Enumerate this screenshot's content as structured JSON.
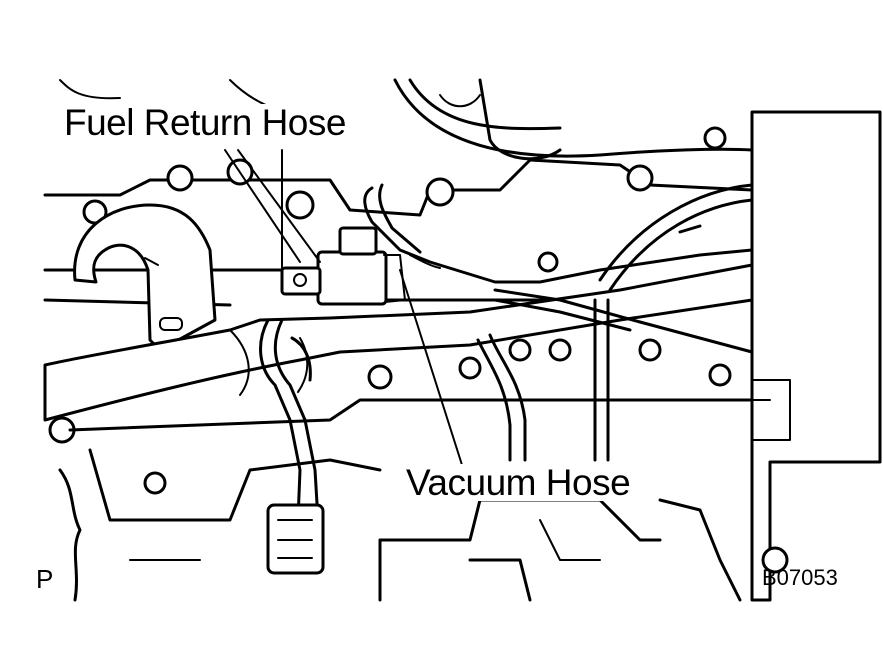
{
  "labels": {
    "fuel_return_hose": "Fuel Return Hose",
    "vacuum_hose": "Vacuum Hose",
    "page_marker": "P",
    "figure_code": "B07053"
  },
  "colors": {
    "line": "#000000",
    "background": "#ffffff"
  }
}
